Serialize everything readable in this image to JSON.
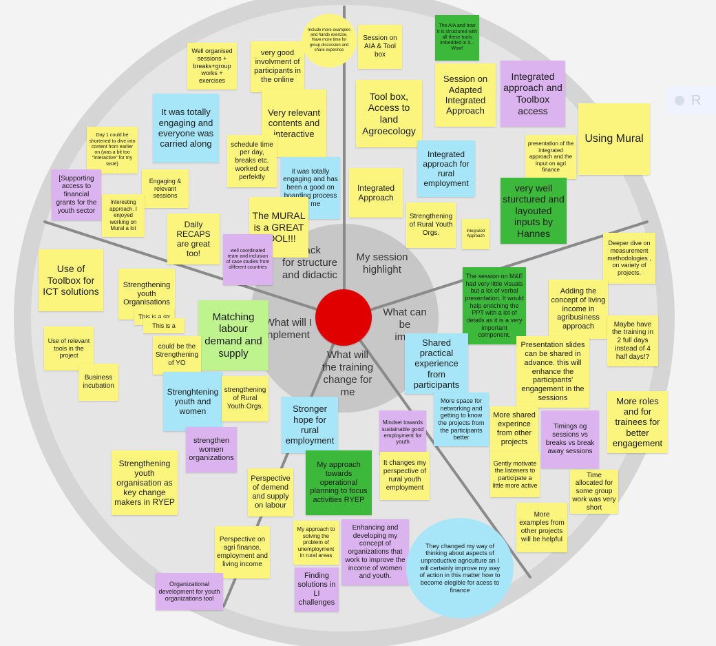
{
  "board": {
    "sections": [
      {
        "id": "feedback",
        "label": "Feedback for structure and didactic",
        "partial": "back\nfor structure\nand didactic"
      },
      {
        "id": "highlight",
        "label": "My session highlight",
        "partial": "My session\nhighlight"
      },
      {
        "id": "improve",
        "label": "What can be improved",
        "partial": "What can\nbe\nimpr"
      },
      {
        "id": "change",
        "label": "What will the training change for me",
        "partial": "What will\nthe training\nchange for\nme"
      },
      {
        "id": "implement",
        "label": "What will I implement",
        "partial": "What will I\nnplement"
      }
    ],
    "notes": [
      {
        "text": "Well organised sessions + breaks+group works + exercises",
        "color": "yellow"
      },
      {
        "text": "very good involvment of participants in the online",
        "color": "yellow"
      },
      {
        "text": "Include more examples and hands exercise. Have more time for group discussion and share experince",
        "color": "yellow"
      },
      {
        "text": "Session on AIA & Tool box",
        "color": "yellow"
      },
      {
        "text": "The AIA and how it is structured with all these tools imbedded in it... Wow!",
        "color": "darkgreen"
      },
      {
        "text": "Session on Adapted Integrated Approach",
        "color": "yellow"
      },
      {
        "text": "Integrated approach and Toolbox access",
        "color": "purple"
      },
      {
        "text": "It was totally engaging and everyone was carried along",
        "color": "blue"
      },
      {
        "text": "Very relevant contents and interactive",
        "color": "yellow"
      },
      {
        "text": "Tool box, Access to land Agroecology",
        "color": "yellow"
      },
      {
        "text": "Using Mural",
        "color": "yellow"
      },
      {
        "text": "Day 1 could be shortened to dive into content from earlier on (was a bit too \"interactive\" for my taste)",
        "color": "yellow"
      },
      {
        "text": "schedule time per day, breaks etc. worked out perfektly",
        "color": "yellow"
      },
      {
        "text": "it was totally engaging and has been a good on boarding process for me",
        "color": "blue"
      },
      {
        "text": "Integrated approach for rural employment",
        "color": "blue"
      },
      {
        "text": "presentation of the integrated approach and the input on agri finance",
        "color": "yellow"
      },
      {
        "text": "[Supporting access to financial grants for the youth sector",
        "color": "purple"
      },
      {
        "text": "Engaging & relevant sessions",
        "color": "yellow"
      },
      {
        "text": "Interesting approach. I enjoyed working on Mural a lot",
        "color": "yellow"
      },
      {
        "text": "Integrated Approach",
        "color": "yellow"
      },
      {
        "text": "very well sturctured and layouted inputs by Hannes",
        "color": "darkgreen"
      },
      {
        "text": "Daily RECAPS are great too!",
        "color": "yellow"
      },
      {
        "text": "The MURAL is a GREAT TOOL!!!",
        "color": "yellow"
      },
      {
        "text": "Strengthening of Rural Youth Orgs.",
        "color": "yellow"
      },
      {
        "text": "Integrated Approach",
        "color": "yellow"
      },
      {
        "text": "well coordinated team and inclusion of case studies from different countries",
        "color": "purple"
      },
      {
        "text": "Use of Toolbox for ICT solutions",
        "color": "yellow"
      },
      {
        "text": "Deeper dive on measurement methodologies , on variety of projects.",
        "color": "yellow"
      },
      {
        "text": "Strengthening youth Organisations",
        "color": "yellow"
      },
      {
        "text": "This is a str",
        "color": "yellow"
      },
      {
        "text": "This is a",
        "color": "yellow"
      },
      {
        "text": "Matching labour demand and supply",
        "color": "green"
      },
      {
        "text": "The session on M&E had very little visuals but a lot of verbal presentation. It would help enriching the PPT with a lot of details as it is a very important component.",
        "color": "darkgreen"
      },
      {
        "text": "Adding the concept of living income in agribusiness approach",
        "color": "yellow"
      },
      {
        "text": "Maybe have the training in 2 full days instead of 4 half days!?",
        "color": "yellow"
      },
      {
        "text": "Use of relevant tools in the project",
        "color": "yellow"
      },
      {
        "text": "could be the Strengthening of YO",
        "color": "yellow"
      },
      {
        "text": "Shared practical experience from participants",
        "color": "blue"
      },
      {
        "text": "Presentation slides can be shared in advance. this will enhance the participants' engagement in the sessions",
        "color": "yellow"
      },
      {
        "text": "Business incubation",
        "color": "yellow"
      },
      {
        "text": "Strenghtening youth and women",
        "color": "blue"
      },
      {
        "text": "strengthening of Rural Youth Orgs.",
        "color": "yellow"
      },
      {
        "text": "More space for networking and getting to know the projects from the participants better",
        "color": "blue"
      },
      {
        "text": "More roles and for trainees for better engagement",
        "color": "yellow"
      },
      {
        "text": "Stronger hope for rural employment",
        "color": "blue"
      },
      {
        "text": "Mindset towards sustainable good employment for youth",
        "color": "purple"
      },
      {
        "text": "More shared experince from other projects",
        "color": "yellow"
      },
      {
        "text": "Timings og sessions vs breaks vs break away sessions",
        "color": "purple"
      },
      {
        "text": "strengthen women organizations",
        "color": "purple"
      },
      {
        "text": "Gently motivate the listeners to participate a little more active",
        "color": "yellow"
      },
      {
        "text": "Strengthening youth organisation as key change makers in RYEP",
        "color": "yellow"
      },
      {
        "text": "Perspective of demend and supply on labour",
        "color": "yellow"
      },
      {
        "text": "My approach towards operational planning to focus activities RYEP",
        "color": "darkgreen"
      },
      {
        "text": "It changes my perspective of rural youth employment",
        "color": "yellow"
      },
      {
        "text": "Time allocated for some group work was very short",
        "color": "yellow"
      },
      {
        "text": "More examples from other projects will be helpful",
        "color": "yellow"
      },
      {
        "text": "Perspective on agri finance, employment and living income",
        "color": "yellow"
      },
      {
        "text": "My approach to solving the problem of unemployment in rural areas",
        "color": "yellow"
      },
      {
        "text": "Enhancing and developing my concept of organizations that work to improve the income of women and youth.",
        "color": "purple"
      },
      {
        "text": "They changed my way of thinking about aspects of unproductive agriculture an I will certainly improve my way of action in this matter how to become elegible for acess to finance",
        "color": "blue"
      },
      {
        "text": "Finding solutions in LI challenges",
        "color": "purple"
      },
      {
        "text": "Organizational development for youth organizations tool",
        "color": "purple"
      }
    ]
  },
  "side_panel": {
    "label": "R"
  }
}
